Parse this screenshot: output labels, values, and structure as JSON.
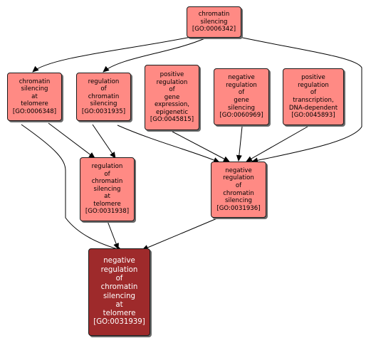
{
  "nodes": [
    {
      "id": "n6342",
      "lines": [
        "chromatin",
        "silencing",
        "[GO:0006342]"
      ]
    },
    {
      "id": "n6348",
      "lines": [
        "chromatin",
        "silencing",
        "at",
        "telomere",
        "[GO:0006348]"
      ]
    },
    {
      "id": "n31935",
      "lines": [
        "regulation",
        "of",
        "chromatin",
        "silencing",
        "[GO:0031935]"
      ]
    },
    {
      "id": "n45815",
      "lines": [
        "positive",
        "regulation",
        "of",
        "gene",
        "expression,",
        "epigenetic",
        "[GO:0045815]"
      ]
    },
    {
      "id": "n60969",
      "lines": [
        "negative",
        "regulation",
        "of",
        "gene",
        "silencing",
        "[GO:0060969]"
      ]
    },
    {
      "id": "n45893",
      "lines": [
        "positive",
        "regulation",
        "of",
        "transcription,",
        "DNA-dependent",
        "[GO:0045893]"
      ]
    },
    {
      "id": "n31938",
      "lines": [
        "regulation",
        "of",
        "chromatin",
        "silencing",
        "at",
        "telomere",
        "[GO:0031938]"
      ]
    },
    {
      "id": "n31936",
      "lines": [
        "negative",
        "regulation",
        "of",
        "chromatin",
        "silencing",
        "[GO:0031936]"
      ]
    },
    {
      "id": "n31939",
      "lines": [
        "negative",
        "regulation",
        "of",
        "chromatin",
        "silencing",
        "at",
        "telomere",
        "[GO:0031939]"
      ]
    }
  ],
  "edges": [
    [
      "n6342",
      "n6348"
    ],
    [
      "n6342",
      "n31935"
    ],
    [
      "n6342",
      "n31936"
    ],
    [
      "n6348",
      "n31938"
    ],
    [
      "n6348",
      "n31939"
    ],
    [
      "n31935",
      "n31938"
    ],
    [
      "n31935",
      "n31936"
    ],
    [
      "n45815",
      "n31936"
    ],
    [
      "n60969",
      "n31936"
    ],
    [
      "n45893",
      "n31936"
    ],
    [
      "n31938",
      "n31939"
    ],
    [
      "n31936",
      "n31939"
    ]
  ],
  "colors": {
    "node_fill": "#ff8a84",
    "target_fill": "#9e2a2b",
    "edge": "#000000"
  }
}
